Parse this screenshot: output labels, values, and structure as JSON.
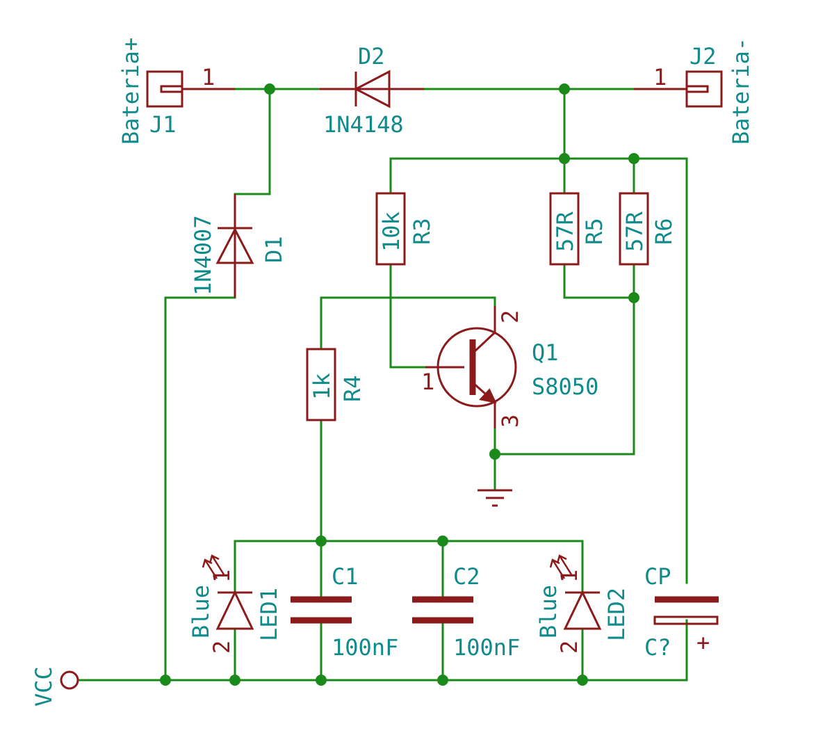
{
  "components": {
    "J1": {
      "ref": "J1",
      "value": "Bateria+",
      "pin": "1"
    },
    "J2": {
      "ref": "J2",
      "value": "Bateria-",
      "pin": "1"
    },
    "D1": {
      "ref": "D1",
      "value": "1N4007"
    },
    "D2": {
      "ref": "D2",
      "value": "1N4148"
    },
    "R3": {
      "ref": "R3",
      "value": "10k"
    },
    "R4": {
      "ref": "R4",
      "value": "1k"
    },
    "R5": {
      "ref": "R5",
      "value": "57R"
    },
    "R6": {
      "ref": "R6",
      "value": "57R"
    },
    "Q1": {
      "ref": "Q1",
      "value": "S8050",
      "pin_base": "1",
      "pin_collector": "2",
      "pin_emitter": "3"
    },
    "C1": {
      "ref": "C1",
      "value": "100nF"
    },
    "C2": {
      "ref": "C2",
      "value": "100nF"
    },
    "CP": {
      "ref": "CP",
      "value": "C?",
      "polarity": "+"
    },
    "LED1": {
      "ref": "LED1",
      "value": "Blue",
      "pin1": "1",
      "pin2": "2"
    },
    "LED2": {
      "ref": "LED2",
      "value": "Blue",
      "pin1": "1",
      "pin2": "2"
    }
  },
  "power": {
    "vcc": "VCC"
  },
  "colors": {
    "wire": "#1b8a1b",
    "component": "#8b1a1a",
    "text": "#108a8a"
  }
}
